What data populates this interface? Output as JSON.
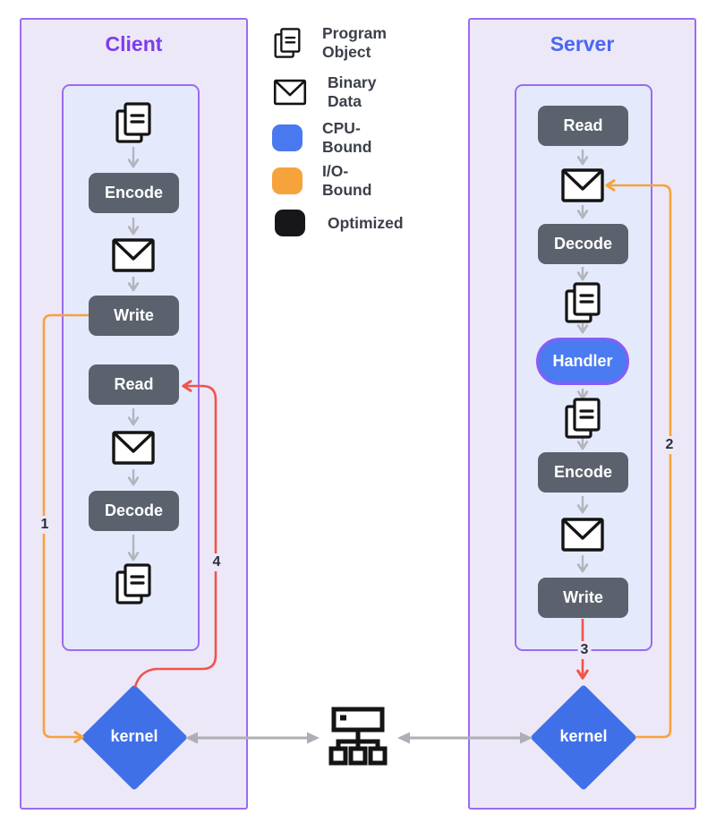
{
  "diagram": {
    "client": {
      "title": "Client",
      "kernel": "kernel",
      "flow": {
        "encode": "Encode",
        "write": "Write",
        "read": "Read",
        "decode": "Decode"
      }
    },
    "server": {
      "title": "Server",
      "kernel": "kernel",
      "flow": {
        "read": "Read",
        "decode": "Decode",
        "handler": "Handler",
        "encode": "Encode",
        "write": "Write"
      }
    },
    "flow_labels": {
      "n1": "1",
      "n2": "2",
      "n3": "3",
      "n4": "4"
    },
    "legend": {
      "items": [
        {
          "name": "program-object",
          "label": "Program Object"
        },
        {
          "name": "binary-data",
          "label": "Binary Data"
        },
        {
          "name": "cpu-bound",
          "label": "CPU-Bound",
          "color": "#4a79ef"
        },
        {
          "name": "io-bound",
          "label": "I/O-Bound",
          "color": "#f6a33c"
        },
        {
          "name": "optimized",
          "label": "Optimized",
          "color": "#17171b"
        }
      ]
    },
    "colors": {
      "panel_border": "#9b6bf0",
      "panel_fill": "#ede8f7",
      "inner_fill": "#e4eafc",
      "client_title": "#7d3cf0",
      "server_title": "#4a66f2",
      "node_fill": "#5b626d",
      "handler_fill": "#4a7bf0",
      "handler_border": "#8a5cf6",
      "kernel_fill": "#4070e8",
      "arrow_orange": "#f7a23d",
      "arrow_red": "#f0544c",
      "arrow_gray": "#b4b4bc",
      "icon_ink": "#141414"
    }
  }
}
